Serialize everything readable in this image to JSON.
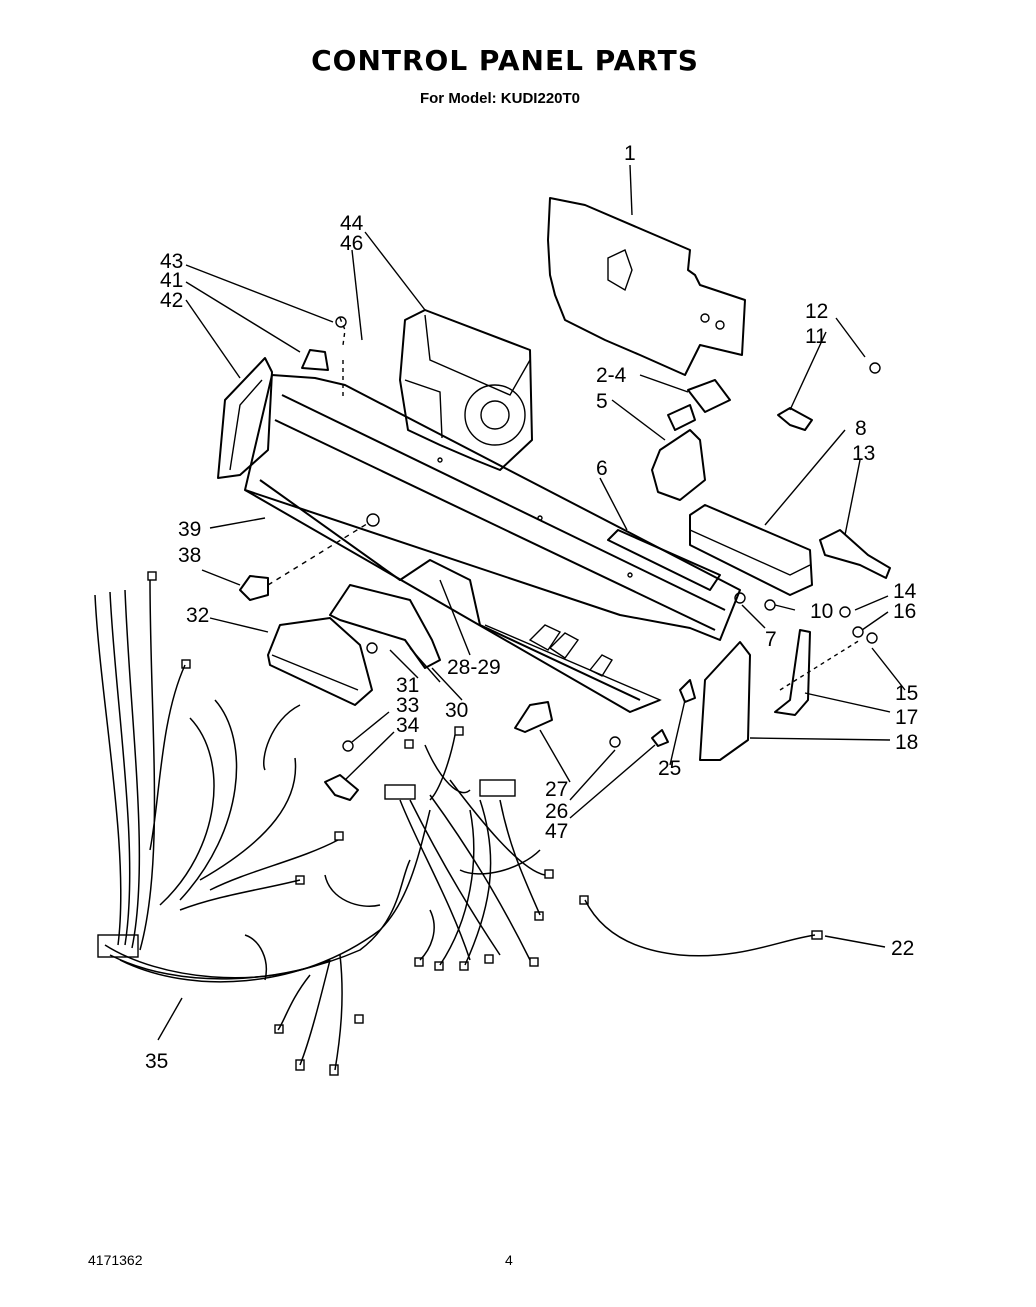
{
  "title": "CONTROL PANEL PARTS",
  "subtitle": "For Model: KUDI220T0",
  "footer": {
    "doc_number": "4171362",
    "page_number": "4"
  },
  "callouts": {
    "c1": "1",
    "c2_4": "2-4",
    "c5": "5",
    "c6": "6",
    "c7": "7",
    "c8": "8",
    "c10": "10",
    "c11": "11",
    "c12": "12",
    "c13": "13",
    "c14": "14",
    "c15": "15",
    "c16": "16",
    "c17": "17",
    "c18": "18",
    "c22": "22",
    "c25": "25",
    "c26": "26",
    "c27": "27",
    "c28_29": "28-29",
    "c30": "30",
    "c31": "31",
    "c32": "32",
    "c33": "33",
    "c34": "34",
    "c35": "35",
    "c38": "38",
    "c39": "39",
    "c41": "41",
    "c42": "42",
    "c43": "43",
    "c44": "44",
    "c46": "46",
    "c47": "47"
  }
}
